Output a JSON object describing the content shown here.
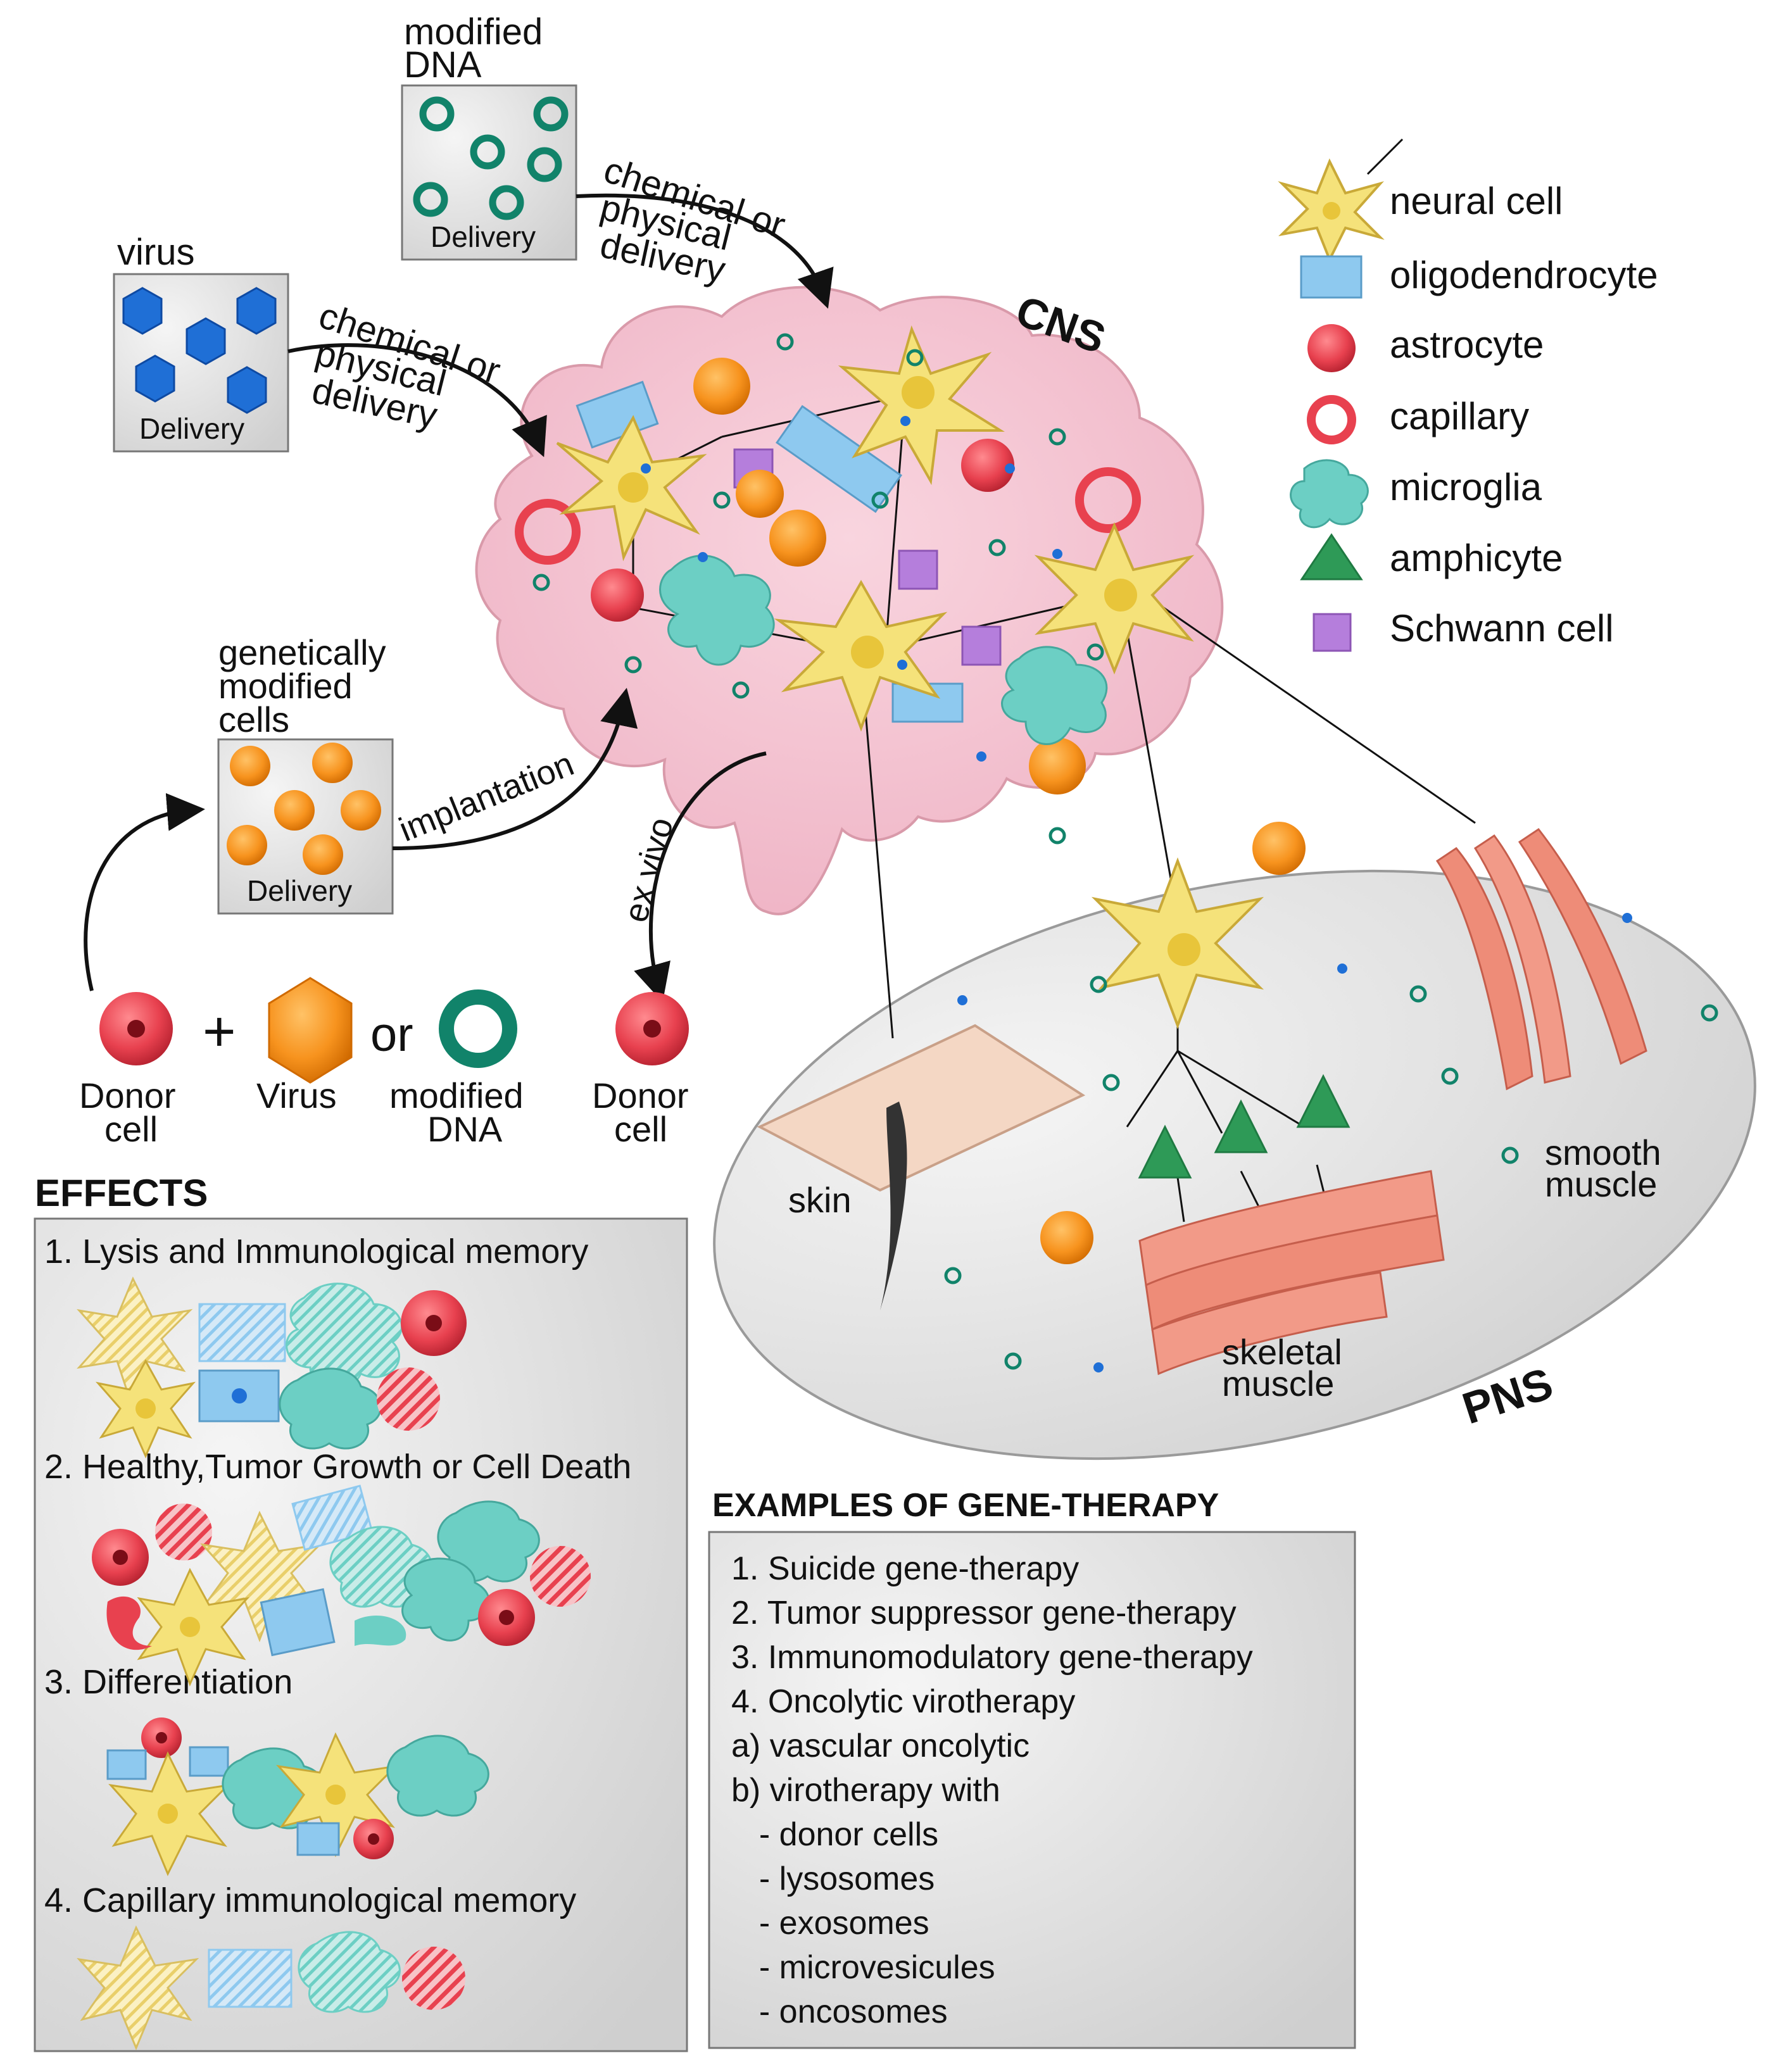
{
  "delivery": {
    "dna": {
      "title_line1": "modified",
      "title_line2": "DNA",
      "box_label": "Delivery"
    },
    "virus": {
      "title": "virus",
      "box_label": "Delivery"
    },
    "cells": {
      "title_line1": "genetically",
      "title_line2": "modified",
      "title_line3": "cells",
      "box_label": "Delivery"
    }
  },
  "routes": {
    "dna_route": {
      "line1": "chemical or",
      "line2": "physical",
      "line3": "delivery"
    },
    "virus_route": {
      "line1": "chemical or",
      "line2": "physical",
      "line3": "delivery"
    },
    "implantation": "implantation",
    "ex_vivo": "ex vivo"
  },
  "regions": {
    "cns": "CNS",
    "pns": "PNS"
  },
  "legend": [
    {
      "label": "neural cell",
      "icon": "star-neuron-icon",
      "color": "#f5e27a"
    },
    {
      "label": "oligodendrocyte",
      "icon": "blue-rect-icon",
      "color": "#8ec9ef"
    },
    {
      "label": "astrocyte",
      "icon": "red-circle-icon",
      "color": "#e8414f"
    },
    {
      "label": "capillary",
      "icon": "red-ring-icon",
      "color": "#e8414f"
    },
    {
      "label": "microglia",
      "icon": "teal-blob-icon",
      "color": "#6ccfc4"
    },
    {
      "label": "amphicyte",
      "icon": "green-triangle-icon",
      "color": "#2e9a57"
    },
    {
      "label": "Schwann cell",
      "icon": "purple-square-icon",
      "color": "#b57edc"
    }
  ],
  "equation": {
    "donor_cell_line1": "Donor",
    "donor_cell_line2": "cell",
    "plus": "+",
    "virus": "Virus",
    "or": "or",
    "modified_dna_line1": "modified",
    "modified_dna_line2": "DNA",
    "donor_cell2_line1": "Donor",
    "donor_cell2_line2": "cell"
  },
  "pns_labels": {
    "skin": "skin",
    "smooth_muscle_line1": "smooth",
    "smooth_muscle_line2": "muscle",
    "skeletal_muscle_line1": "skeletal",
    "skeletal_muscle_line2": "muscle"
  },
  "effects": {
    "heading": "EFFECTS",
    "items": [
      "1. Lysis and Immunological memory",
      "2. Healthy,Tumor Growth or Cell Death",
      "3. Differentiation",
      "4. Capillary immunological memory"
    ]
  },
  "examples": {
    "heading": "EXAMPLES OF GENE-THERAPY",
    "items": [
      "1. Suicide gene-therapy",
      "2. Tumor suppressor gene-therapy",
      "3. Immunomodulatory gene-therapy",
      "4. Oncolytic virotherapy",
      "a) vascular oncolytic",
      "b) virotherapy with",
      "  - donor cells",
      "  - lysosomes",
      "  - exosomes",
      "  - microvesicules",
      "  - oncosomes"
    ]
  },
  "colors": {
    "brain": "#f4c6d3",
    "pns_oval": "#e3e3e3",
    "neuron": "#f5e27a",
    "oligodendrocyte": "#8ec9ef",
    "astrocyte": "#e8414f",
    "microglia": "#6ccfc4",
    "amphicyte": "#2e9a57",
    "schwann": "#b57edc",
    "orange_cell": "#f7931e",
    "dna_ring": "#11836a",
    "virus": "#1f6fd6"
  }
}
